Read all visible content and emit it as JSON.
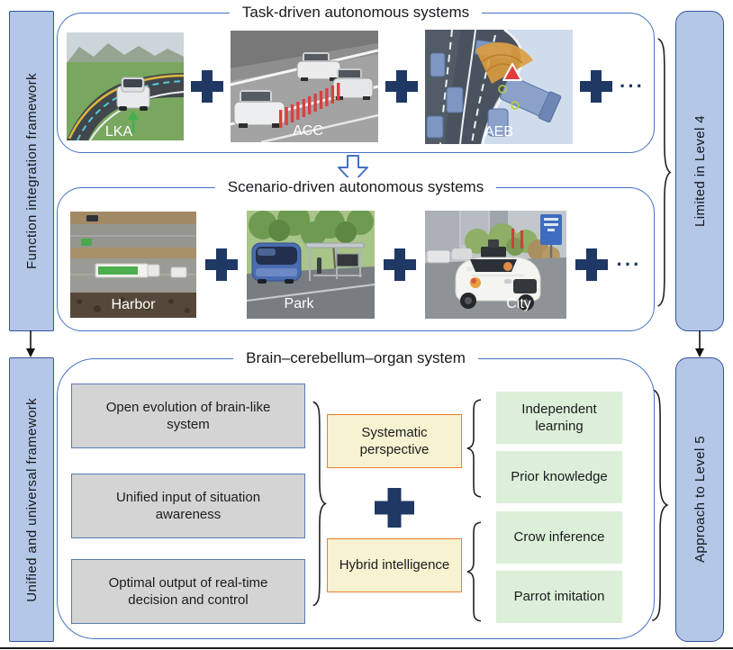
{
  "figure": {
    "left_rail": {
      "top": "Function integration framework",
      "bottom": "Unified and universal framework"
    },
    "right_rail": {
      "top": "Limited in Level 4",
      "bottom": "Approach to Level 5"
    },
    "panels": {
      "task": {
        "title": "Task-driven autonomous systems",
        "items": [
          "LKA",
          "ACC",
          "AEB"
        ],
        "more": "···"
      },
      "scenario": {
        "title": "Scenario-driven autonomous systems",
        "items": [
          "Harbor",
          "Park",
          "City"
        ],
        "more": "···"
      },
      "brain": {
        "title": "Brain–cerebellum–organ system",
        "inputs": [
          "Open evolution of brain-like system",
          "Unified input of situation awareness",
          "Optimal output of real-time decision and control"
        ],
        "cores": [
          "Systematic perspective",
          "Hybrid intelligence"
        ],
        "capabilities": [
          "Independent learning",
          "Prior knowledge",
          "Crow inference",
          "Parrot imitation"
        ]
      }
    },
    "colors": {
      "rail_fill": "#b4c7e7",
      "rail_border": "#33549c",
      "panel_border": "#4472c4",
      "navy": "#1f3864",
      "gray_fill": "#d4d4d4",
      "yellow_fill": "#f7f2d0",
      "yellow_border": "#ed7d31",
      "green_fill": "#dcefd8"
    }
  }
}
